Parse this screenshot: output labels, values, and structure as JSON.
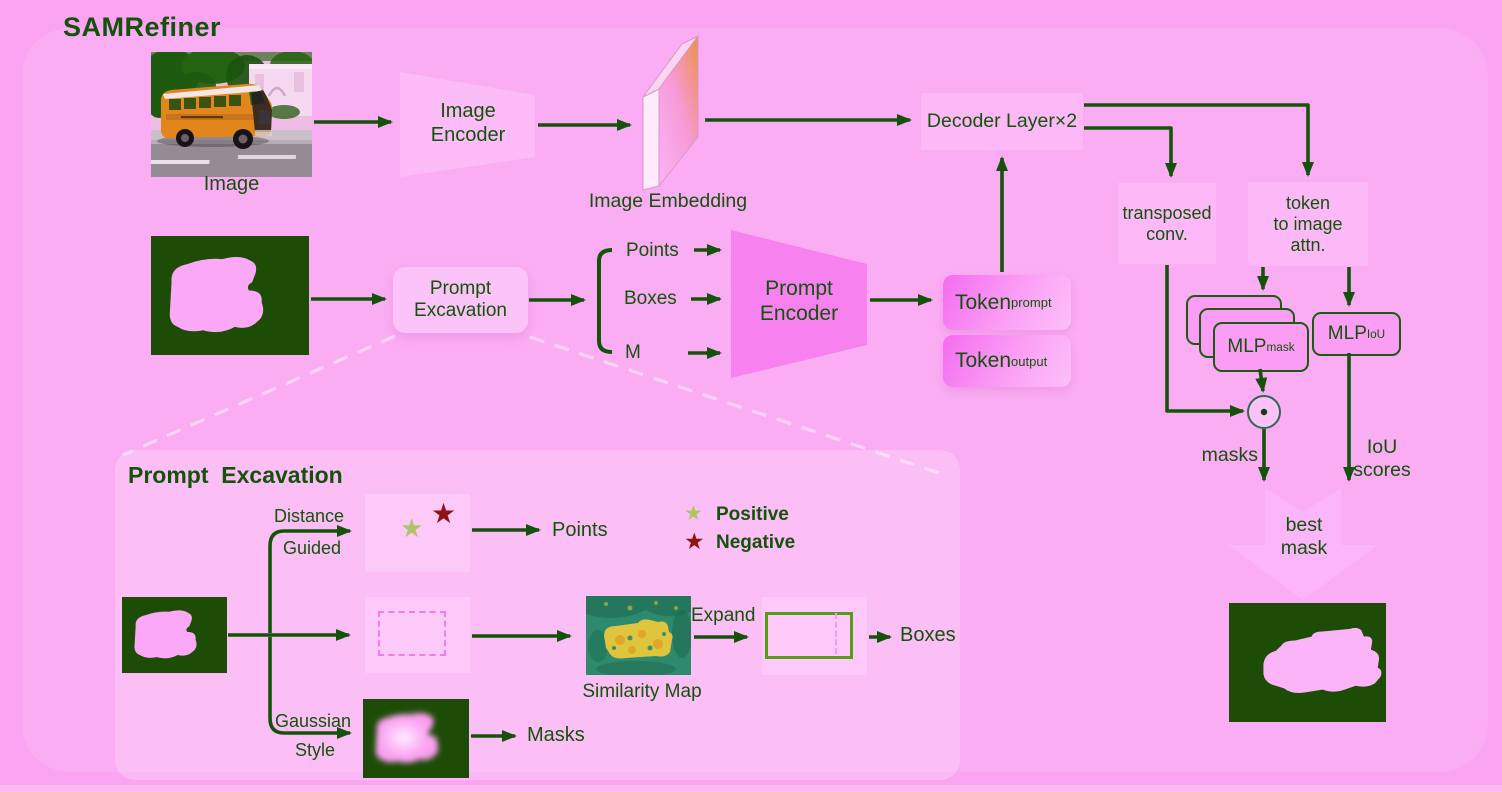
{
  "title": "SAMRefiner",
  "colors": {
    "background": "#faa4f2",
    "ink_green": "#14520b",
    "mask_background_green": "#1d4c07",
    "mask_foreground_pink": "#fba8f6",
    "positive_star": "#aec566",
    "negative_star": "#8e1414",
    "expand_box_green": "#5a9a16",
    "similarity_teal": "#2d8a6d",
    "heat_yellow": "#e9c73b",
    "token_gradient_start": "#f46cf0",
    "embedding_orange": "#ee9048"
  },
  "main": {
    "image_label": "Image",
    "image_encoder": "Image\nEncoder",
    "image_embedding": "Image Embedding",
    "decoder": "Decoder Layer×2",
    "prompt_excavation": "Prompt\nExcavation",
    "branch_points": "Points",
    "branch_boxes": "Boxes",
    "branch_mask": "M",
    "prompt_encoder": "Prompt\nEncoder",
    "token_base": "Token",
    "token_prompt_sub": "prompt",
    "token_output_sub": "output",
    "transposed_conv": "transposed\nconv.",
    "token_to_image_attn": "token\nto image\nattn.",
    "mlp_base": "MLP",
    "mlp_mask_sub": "mask",
    "mlp_iou_sub": "IoU",
    "masks_label": "masks",
    "iou_scores": "IoU\nscores",
    "best_mask": "best\nmask"
  },
  "panel": {
    "title": "Prompt  Excavation",
    "distance": "Distance",
    "guided": "Guided",
    "points_out": "Points",
    "legend_positive": "Positive",
    "legend_negative": "Negative",
    "similarity_map": "Similarity Map",
    "expand": "Expand",
    "boxes_out": "Boxes",
    "gaussian": "Gaussian",
    "style": "Style",
    "masks_out": "Masks",
    "star_glyph": "★"
  }
}
